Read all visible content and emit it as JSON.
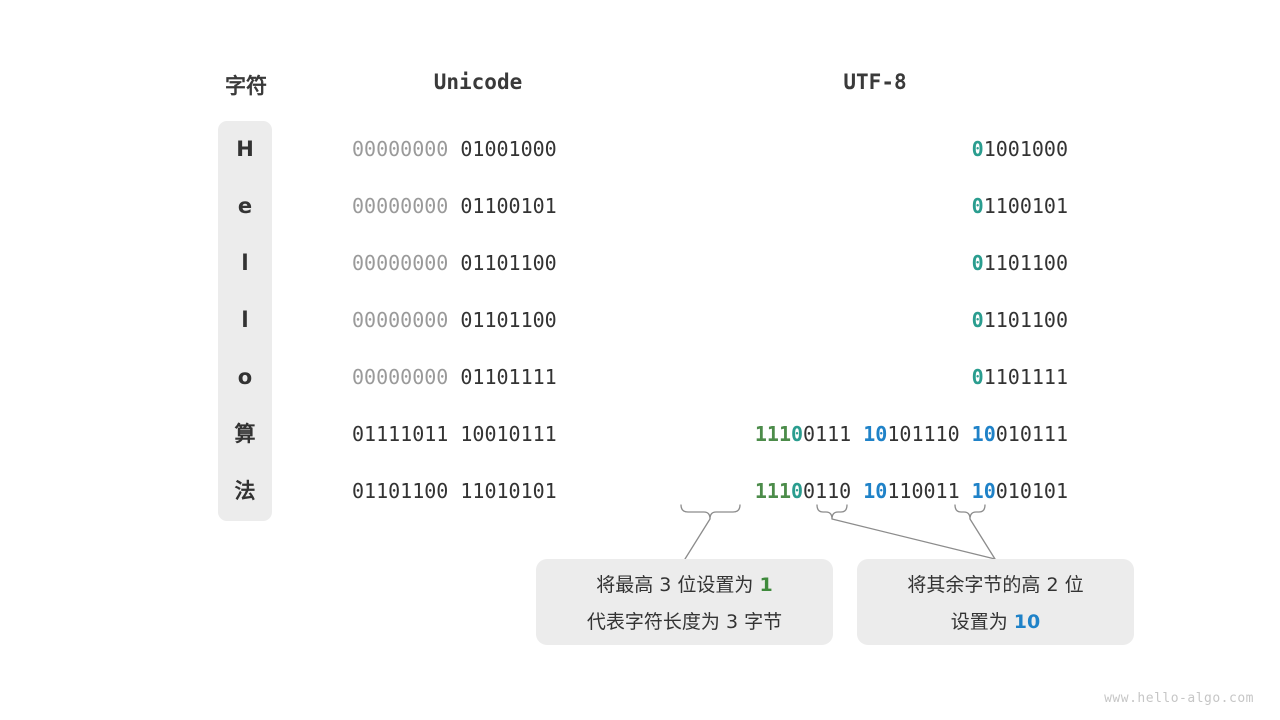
{
  "headers": {
    "character": "字符",
    "unicode": "Unicode",
    "utf8": "UTF-8"
  },
  "rows": [
    {
      "char": "H",
      "unicode_high": "00000000",
      "unicode_low": "01001000",
      "utf8_bytes": [
        {
          "lead": "0",
          "lead_color": "teal",
          "rest": "1001000"
        }
      ]
    },
    {
      "char": "e",
      "unicode_high": "00000000",
      "unicode_low": "01100101",
      "utf8_bytes": [
        {
          "lead": "0",
          "lead_color": "teal",
          "rest": "1100101"
        }
      ]
    },
    {
      "char": "l",
      "unicode_high": "00000000",
      "unicode_low": "01101100",
      "utf8_bytes": [
        {
          "lead": "0",
          "lead_color": "teal",
          "rest": "1101100"
        }
      ]
    },
    {
      "char": "l",
      "unicode_high": "00000000",
      "unicode_low": "01101100",
      "utf8_bytes": [
        {
          "lead": "0",
          "lead_color": "teal",
          "rest": "1101100"
        }
      ]
    },
    {
      "char": "o",
      "unicode_high": "00000000",
      "unicode_low": "01101111",
      "utf8_bytes": [
        {
          "lead": "0",
          "lead_color": "teal",
          "rest": "1101111"
        }
      ]
    },
    {
      "char": "算",
      "unicode_high": "01111011",
      "unicode_low": "10010111",
      "utf8_bytes": [
        {
          "prefix": "111",
          "prefix_color": "green",
          "lead": "0",
          "lead_color": "teal",
          "rest": "0111"
        },
        {
          "prefix": "10",
          "prefix_color": "blue",
          "rest": "101110"
        },
        {
          "prefix": "10",
          "prefix_color": "blue",
          "rest": "010111"
        }
      ]
    },
    {
      "char": "法",
      "unicode_high": "01101100",
      "unicode_low": "11010101",
      "utf8_bytes": [
        {
          "prefix": "111",
          "prefix_color": "green",
          "lead": "0",
          "lead_color": "teal",
          "rest": "0110"
        },
        {
          "prefix": "10",
          "prefix_color": "blue",
          "rest": "110011"
        },
        {
          "prefix": "10",
          "prefix_color": "blue",
          "rest": "010101"
        }
      ]
    }
  ],
  "callouts": [
    {
      "line1_before": "将最高 3 位设置为 ",
      "line1_highlight": "1",
      "line1_highlight_color": "green",
      "line2": "代表字符长度为 3 字节"
    },
    {
      "line1": "将其余字节的高 2 位",
      "line2_before": "设置为 ",
      "line2_highlight": "10",
      "line2_highlight_color": "blue"
    }
  ],
  "watermark": "www.hello-algo.com",
  "colors": {
    "teal": "#2a9d8f",
    "green": "#4c8c4a",
    "blue": "#1f82c8",
    "dim": "#9a9a9a",
    "dark": "#333333",
    "panel": "#ececec"
  }
}
